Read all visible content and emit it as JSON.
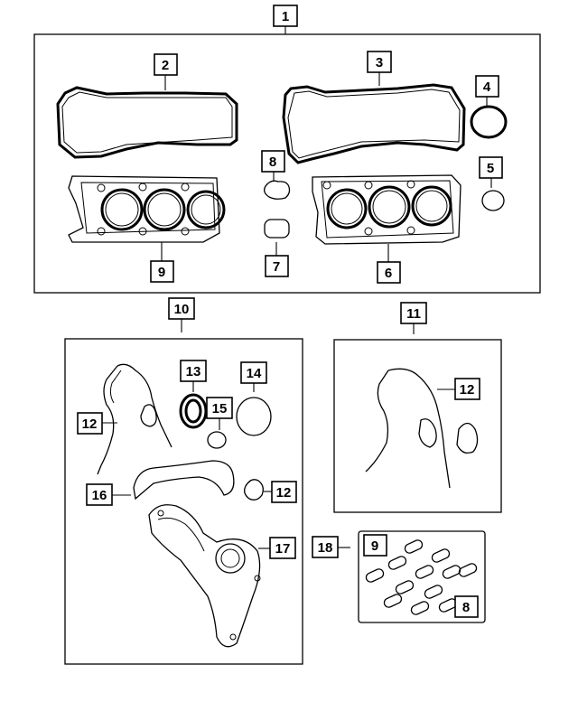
{
  "callouts": [
    {
      "id": "c1",
      "label": "1"
    },
    {
      "id": "c2",
      "label": "2"
    },
    {
      "id": "c3",
      "label": "3"
    },
    {
      "id": "c4",
      "label": "4"
    },
    {
      "id": "c5",
      "label": "5"
    },
    {
      "id": "c6",
      "label": "6"
    },
    {
      "id": "c7",
      "label": "7"
    },
    {
      "id": "c8",
      "label": "8"
    },
    {
      "id": "c9",
      "label": "9"
    },
    {
      "id": "c10",
      "label": "10"
    },
    {
      "id": "c11",
      "label": "11"
    },
    {
      "id": "c12a",
      "label": "12"
    },
    {
      "id": "c12b",
      "label": "12"
    },
    {
      "id": "c12c",
      "label": "12"
    },
    {
      "id": "c13",
      "label": "13"
    },
    {
      "id": "c14",
      "label": "14"
    },
    {
      "id": "c15",
      "label": "15"
    },
    {
      "id": "c16",
      "label": "16"
    },
    {
      "id": "c17",
      "label": "17"
    },
    {
      "id": "c18",
      "label": "18"
    },
    {
      "id": "c9b",
      "label": "9"
    },
    {
      "id": "c8b",
      "label": "8"
    }
  ]
}
